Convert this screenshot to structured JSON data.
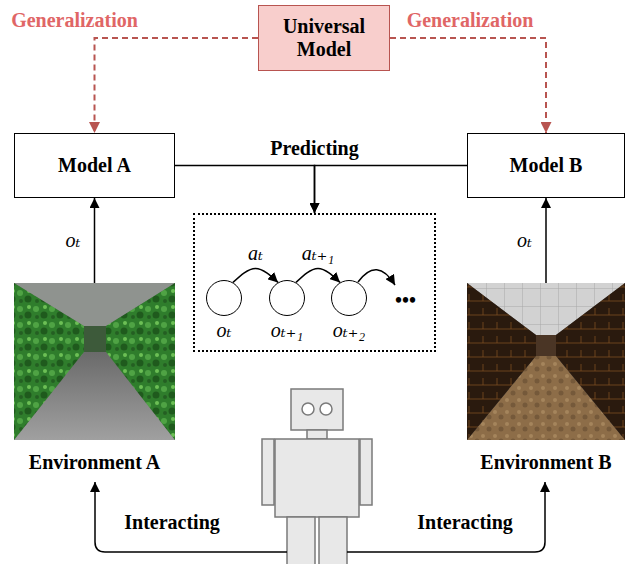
{
  "diagram": {
    "nodes": [
      {
        "text": [
          "Universal Model"
        ]
      },
      {
        "text": [
          "Model A"
        ]
      },
      {
        "text": [
          "Model B"
        ]
      },
      {
        "text": [
          "•••"
        ]
      },
      {
        "text": [
          "oₜ"
        ],
        "in": 3
      },
      {
        "text": [
          "oₜ₊₁"
        ],
        "in": 3
      },
      {
        "text": [
          "oₜ₊₂"
        ],
        "in": 3
      },
      {
        "text": [
          "Environment A"
        ]
      },
      {
        "text": [
          "Environment B"
        ]
      }
    ],
    "edges": [
      {
        "from": 0,
        "to": 1,
        "arrow": "to",
        "label": "Generalization"
      },
      {
        "from": 0,
        "to": 2,
        "arrow": "to",
        "label": "Generalization"
      },
      {
        "from": 7,
        "to": 1,
        "arrow": "to",
        "label": "oₜ"
      },
      {
        "from": 8,
        "to": 2,
        "arrow": "to",
        "label": "oₜ"
      },
      {
        "from": 1,
        "to": 3,
        "arrow": "to",
        "label": "Predicting"
      },
      {
        "from": 2,
        "to": 3,
        "arrow": "to"
      },
      {
        "from": 4,
        "to": 5,
        "arrow": "to",
        "label": "aₜ"
      },
      {
        "from": 5,
        "to": 6,
        "arrow": "to",
        "label": "aₜ₊₁"
      }
    ],
    "labels": [
      "Interacting",
      "Interacting"
    ]
  }
}
